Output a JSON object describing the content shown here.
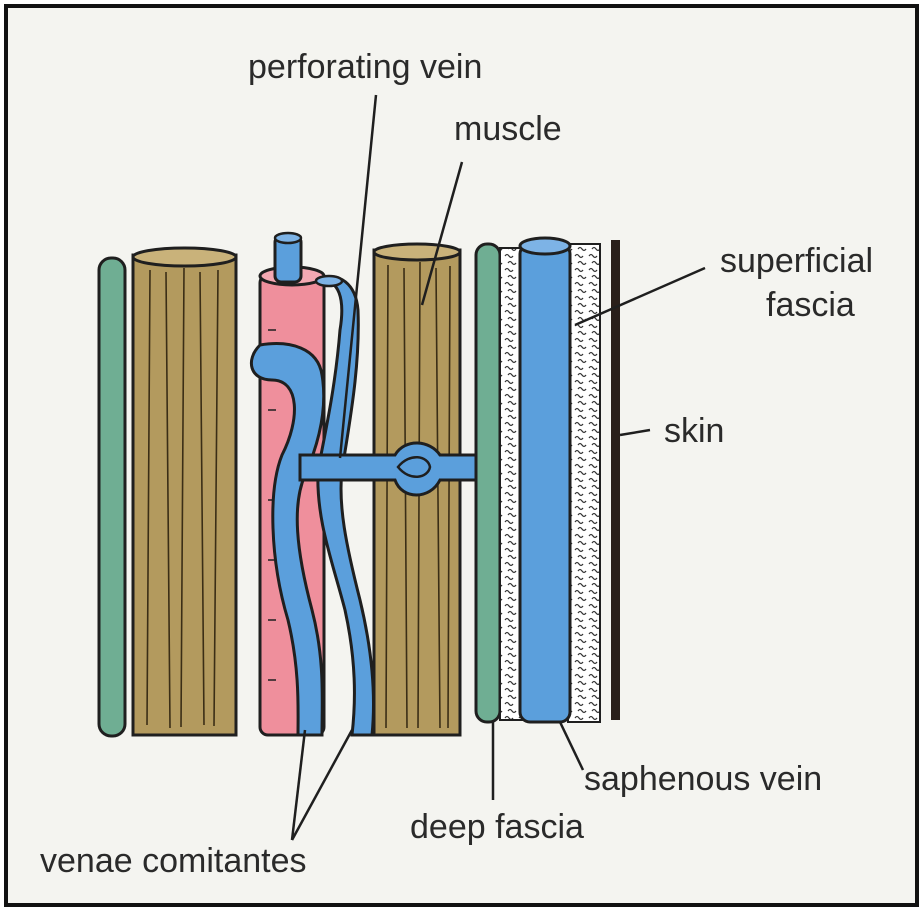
{
  "diagram": {
    "labels": {
      "perforating_vein": "perforating vein",
      "muscle": "muscle",
      "superficial_fascia_line1": "superficial",
      "superficial_fascia_line2": "fascia",
      "skin": "skin",
      "saphenous_vein": "saphenous vein",
      "deep_fascia": "deep fascia",
      "venae_comitantes": "venae comitantes"
    },
    "colors": {
      "background": "#f4f4f0",
      "frame": "#111111",
      "muscle": "#b39a5e",
      "muscle_grain": "#3b2e16",
      "artery": "#ef8f9c",
      "vein": "#5b9fdc",
      "deep_fascia": "#6fae93",
      "superficial_fascia": "#ffffff",
      "skin": "#2a1f1a",
      "outline": "#1f1f1f"
    }
  }
}
